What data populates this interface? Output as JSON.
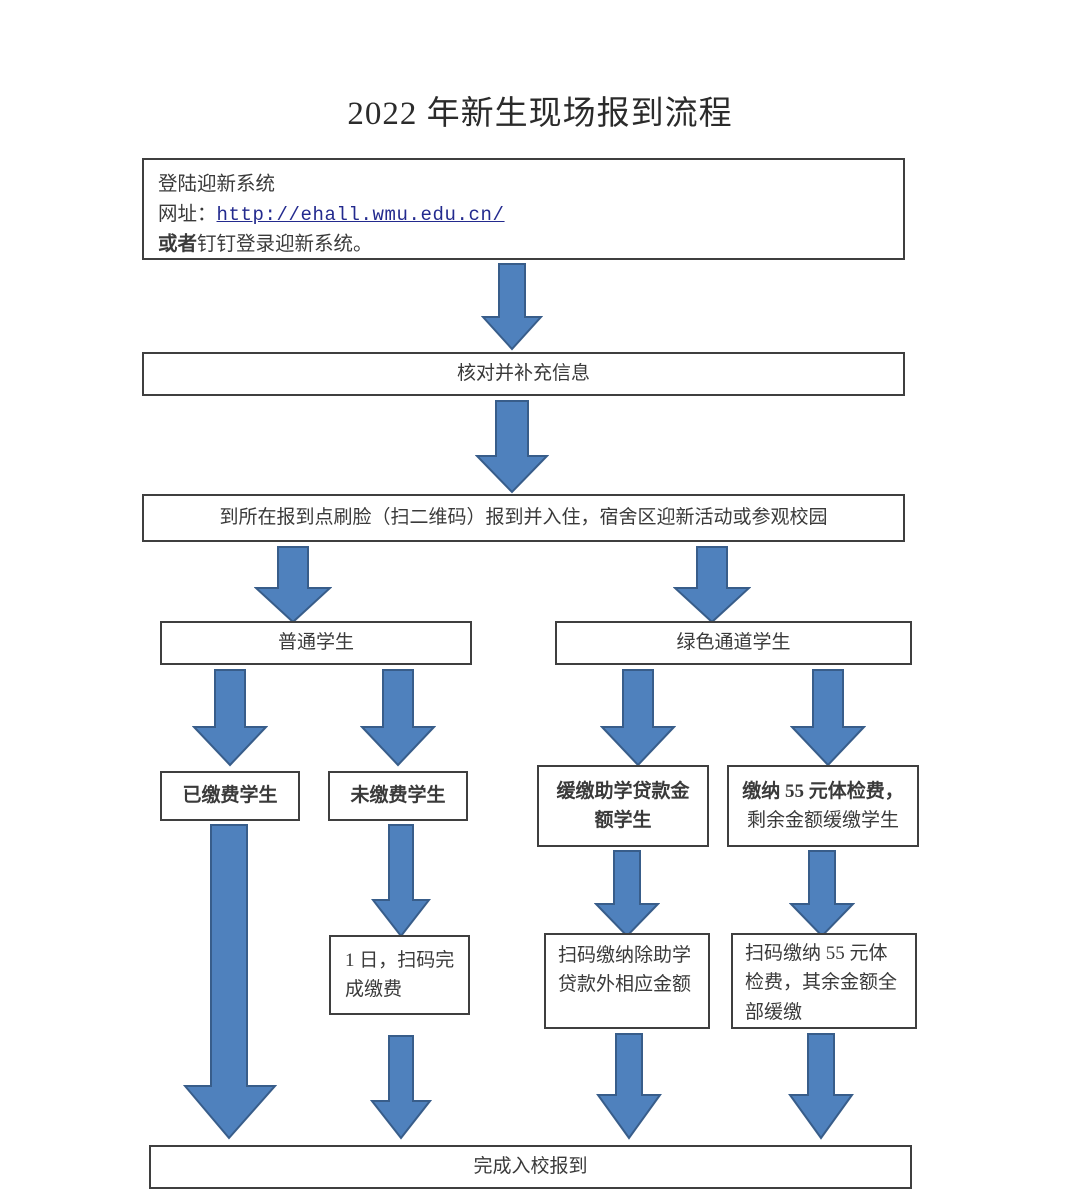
{
  "document": {
    "title": "2022 年新生现场报到流程"
  },
  "nodes": {
    "login": {
      "line1": "登陆迎新系统",
      "line2_label": "网址：",
      "line2_url": "http://ehall.wmu.edu.cn/",
      "line3_bold": "或者",
      "line3_rest": "钉钉登录迎新系统。"
    },
    "verify_info": "核对并补充信息",
    "checkin": "到所在报到点刷脸（扫二维码）报到并入住，宿舍区迎新活动或参观校园",
    "normal_student": "普通学生",
    "green_channel_student": "绿色通道学生",
    "paid_student": "已缴费学生",
    "unpaid_student": "未缴费学生",
    "loan_deferred_student_l1": "缓缴助学贷款金",
    "loan_deferred_student_l2": "额学生",
    "exam_fee_student_l1": "缴纳 55 元体检费，",
    "exam_fee_student_l2": "剩余金额缓缴学生",
    "pay_by_day_l1": "1 日，扫码完",
    "pay_by_day_l2": "成缴费",
    "pay_except_loan_l1": "扫码缴纳除助学",
    "pay_except_loan_l2": "贷款外相应金额",
    "pay_55_rest_l1": "扫码缴纳 55 元体",
    "pay_55_rest_l2": "检费，其余金额全",
    "pay_55_rest_l3": "部缓缴",
    "finish": "完成入校报到"
  },
  "colors": {
    "arrow_fill": "#4F81BD",
    "arrow_stroke": "#385D8A",
    "box_border": "#3F3F3F",
    "link": "#232A8E",
    "text": "#3A3A3A"
  },
  "arrows": {
    "to_verify_info": "down-arrow",
    "to_checkin": "down-arrow",
    "to_normal_student": "down-arrow",
    "to_green_channel_student": "down-arrow",
    "to_paid_student": "down-arrow",
    "to_unpaid_student": "down-arrow",
    "to_loan_deferred_student": "down-arrow",
    "to_exam_fee_student": "down-arrow",
    "paid_student_to_finish": "long-down-arrow",
    "to_pay_by_day": "down-arrow",
    "to_pay_except_loan": "down-arrow",
    "to_pay_55_rest": "down-arrow",
    "pay_by_day_to_finish": "down-arrow",
    "pay_except_loan_to_finish": "down-arrow",
    "pay_55_rest_to_finish": "down-arrow"
  }
}
